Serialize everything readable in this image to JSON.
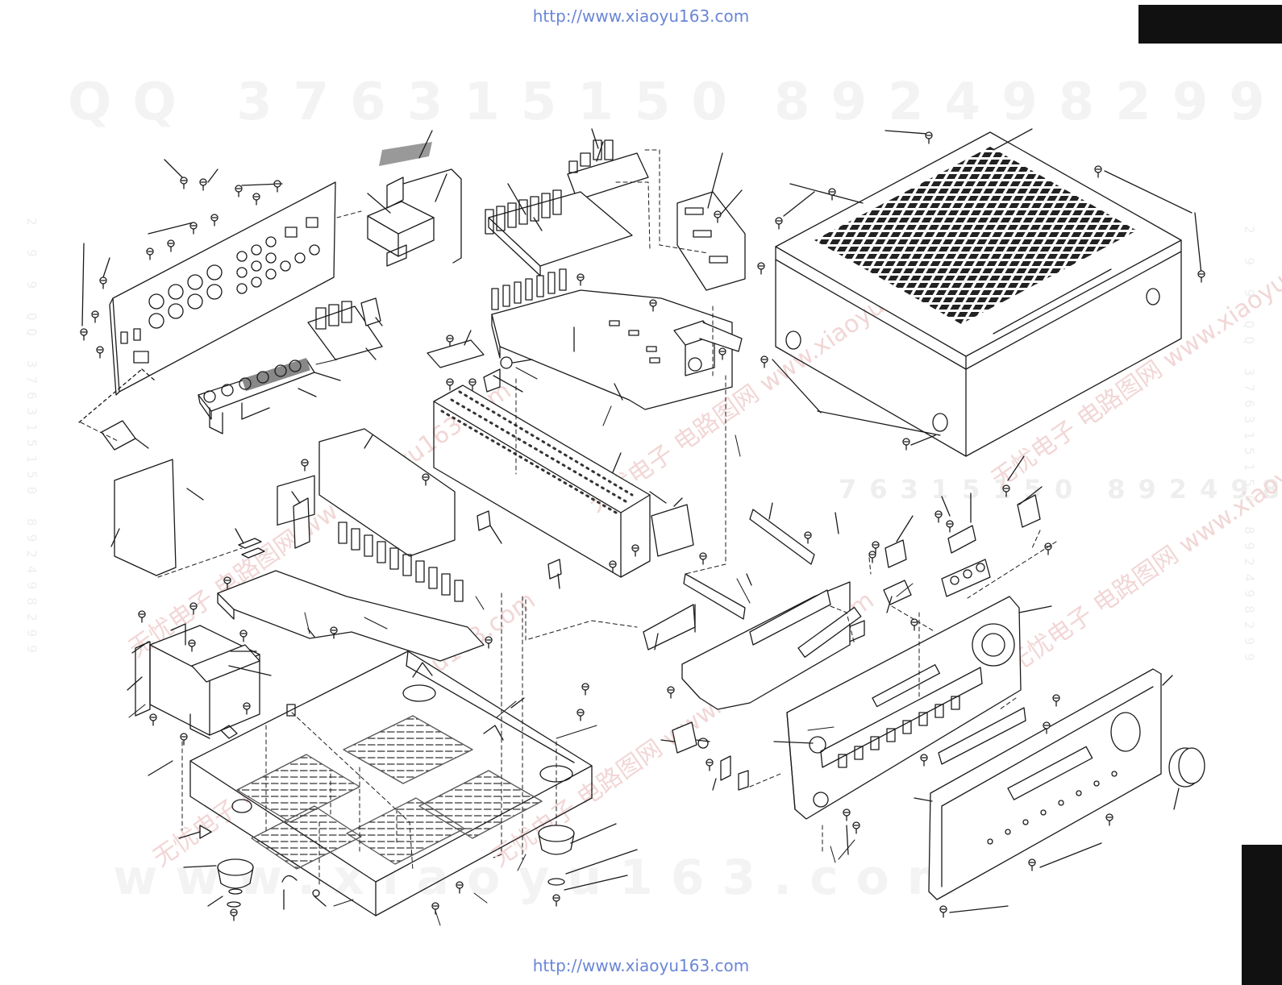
{
  "header": {
    "url_top": "http://www.xiaoyu163.com"
  },
  "footer": {
    "url_bottom": "http://www.xiaoyu163.com"
  },
  "watermarks": {
    "qq": "QQ 376315150",
    "num2": "892498299",
    "site": "www.xiaoyu163.com",
    "mid": "76315150 892498299",
    "cn_1": "无忧电子 电路图网 www.xiaoyu163.com",
    "cn_2": "无忧电子 电路图网 www.xiaoyu163.com",
    "cn_3": "无忧电子 电路图网 www.xiaoyu163.com",
    "cn_4": "无忧电子 电路图网 www.xiaoyu163.com",
    "cn_5": "无忧电子 电路图网 www.xiaoyu163.com",
    "cn_6": "无忧电子 电路图网 www.xiaoyu163.com",
    "side_left": "2 9 9 QQ 376315150 892498299",
    "side_right": "2 9 9 QQ 376315150 892498299"
  },
  "colors": {
    "line": "#1a1a1a",
    "tab": "#111111",
    "url": "#6a86d6"
  }
}
